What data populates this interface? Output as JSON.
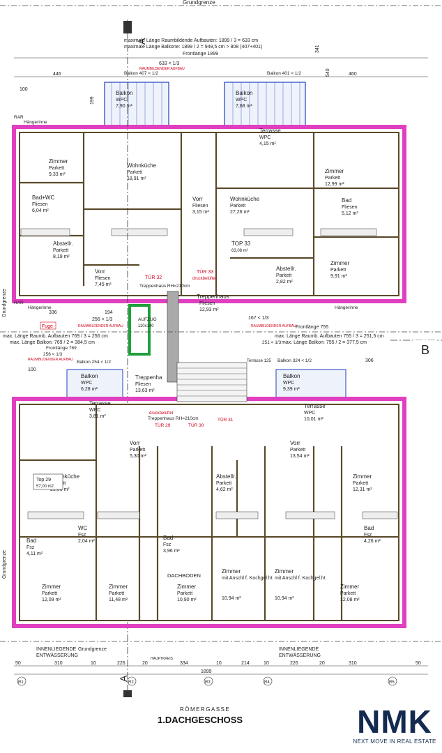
{
  "header": {
    "top_label": "Grundgrenze",
    "max_len_1": "maximale Länge Raumbildende Aufbauten: 1899 / 3 = 633 cm",
    "max_len_2": "maximale Länge Balkone: 1899 / 2 = 949,5 cm > 808 (407+401)",
    "frontlaenge": "Frontlänge 1899",
    "dim_633": "633 < 1/3",
    "dim_446": "446",
    "dim_460": "460",
    "raumbildender": "RAUMBILDENDER AUFBAU",
    "balkon_407": "Balkon 407 < 1/2",
    "balkon_401": "Balkon 401 < 1/2",
    "dim_100": "100",
    "dim_341": "341",
    "dim_540": "540",
    "dim_199": "199",
    "rar": "RAR",
    "haengerinne": "Hängerinne"
  },
  "upper_rooms": [
    {
      "name": "Balkon",
      "sub": "WPC",
      "area": "7,90 m²"
    },
    {
      "name": "Balkon",
      "sub": "WPC",
      "area": "7,68 m²"
    },
    {
      "name": "Terrasse",
      "sub": "WPC",
      "area": "4,15 m²"
    },
    {
      "name": "Zimmer",
      "sub": "Parkett",
      "area": "9,33 m²"
    },
    {
      "name": "Wohnküche",
      "sub": "Parkett",
      "area": "18,91 m²"
    },
    {
      "name": "Bad+WC",
      "sub": "Fliesen",
      "area": "6,04 m²"
    },
    {
      "name": "Abstellr.",
      "sub": "Parkett",
      "area": "8,19 m²"
    },
    {
      "name": "Vorr",
      "sub": "Fliesen",
      "area": "7,45 m²"
    },
    {
      "name": "Vorr",
      "sub": "Fliesen",
      "area": "3,15 m²"
    },
    {
      "name": "Wohnküche",
      "sub": "Parkett",
      "area": "27,26 m²"
    },
    {
      "name": "Zimmer",
      "sub": "Parkett",
      "area": "12,99 m²"
    },
    {
      "name": "Bad",
      "sub": "Fliesen",
      "area": "5,12 m²"
    },
    {
      "name": "Zimmer",
      "sub": "Parkett",
      "area": "9,91 m²"
    },
    {
      "name": "Abstellr.",
      "sub": "Parkett",
      "area": "2,82 m²"
    },
    {
      "name": "Treppenhaus",
      "sub": "Fliesen",
      "area": "12,93 m²"
    }
  ],
  "top33": {
    "name": "TOP 33",
    "area": "63,08 m²"
  },
  "doors": {
    "t32": "TÜR 32",
    "t33": "TÜR 33",
    "druck": "druckbelüftet",
    "treppenhaus_rh": "Treppenhaus RH=210cm",
    "t29": "TÜR 29",
    "t30": "TÜR 30",
    "t31": "TÜR 31"
  },
  "middle": {
    "grundgrenze_left": "Grundgrenze",
    "fuge": "Fuge",
    "raumbildender": "RAUMBILDENDER AUFBAU",
    "aufzug": "AUFZUG",
    "aufzug_size": "110x140",
    "dim_336": "336",
    "dim_194": "194",
    "dim_167": "167 < 1/3",
    "dim_256": "256 < 1/3",
    "frontlaenge_755": "Frontlänge 755",
    "max_left_1": "max. Länge Raumb. Aufbauten 769 / 3 = 256 cm",
    "max_left_2": "max. Länge Balkon: 769 / 2 = 384,5 cm",
    "front_769": "Frontlänge 769",
    "max_right_1": "max. Länge Raumb. Aufbauten 755 / 3 = 251,5 cm",
    "max_right_2": "max. Länge Balkon: 755 / 2 = 377,5 cm",
    "dim_251": "251 < 1/3",
    "dim_256b": "256 < 1/3",
    "balkon_254": "Balkon 254 < 1/2",
    "balkon_324": "Balkon 324 < 1/2",
    "terrasse_125": "Terrasse 125",
    "dim_306": "306",
    "dim_100b": "100",
    "marker_b": "B"
  },
  "lower_rooms": [
    {
      "name": "Balkon",
      "sub": "WPC",
      "area": "6,28 m²"
    },
    {
      "name": "Terrasse",
      "sub": "WPC",
      "area": "3,81 m²"
    },
    {
      "name": "Treppenha",
      "sub": "Fliesen",
      "area": "13,63 m²"
    },
    {
      "name": "Balkon",
      "sub": "WPC",
      "area": "9,39 m²"
    },
    {
      "name": "Terrasse",
      "sub": "WPC",
      "area": "10,01 m²"
    },
    {
      "name": "Wohnküche",
      "sub": "Parkett",
      "area": "21,06 m²"
    },
    {
      "name": "Vorr",
      "sub": "Parkett",
      "area": "5,30 m²"
    },
    {
      "name": "Vorr",
      "sub": "Parkett",
      "area": "13,54 m²"
    },
    {
      "name": "Zimmer",
      "sub": "Parkett",
      "area": "12,31 m²"
    },
    {
      "name": "Abstellr.",
      "sub": "Parkett",
      "area": "4,62 m²"
    },
    {
      "name": "Bad",
      "sub": "Fsz",
      "area": "4,11 m²"
    },
    {
      "name": "WC",
      "sub": "Fsz",
      "area": "2,04 m²"
    },
    {
      "name": "Bad",
      "sub": "Fsz",
      "area": "3,96 m²"
    },
    {
      "name": "Bad",
      "sub": "Fsz",
      "area": "4,26 m²"
    },
    {
      "name": "Zimmer",
      "sub": "Parkett",
      "area": "12,09 m²"
    },
    {
      "name": "Zimmer",
      "sub": "Parkett",
      "area": "11,48 m²"
    },
    {
      "name": "Zimmer",
      "sub": "Parkett",
      "area": "10,90 m²"
    },
    {
      "name": "Zimmer",
      "sub": "mit Anschl f. Kochgel.ht",
      "area": "10,94 m²"
    },
    {
      "name": "Zimmer",
      "sub": "mit Anschl f. Kochgel.ht",
      "area": "10,94 m²"
    },
    {
      "name": "Zimmer",
      "sub": "Parkett",
      "area": "12,08 m²"
    }
  ],
  "top29": {
    "name": "Top 29",
    "area": "57,00 m2"
  },
  "dachboden": "DACHBODEN",
  "bottom": {
    "innenliegende": "INNENLIEGENDE",
    "entwaesserung": "ENTWÄSSERUNG",
    "grundgrenze": "Grundgrenze",
    "hauptkreis": "HAUPTKREIS",
    "dims": [
      "50",
      "310",
      "10",
      "226",
      "20",
      "334",
      "10",
      "214",
      "10",
      "226",
      "20",
      "310",
      "50"
    ],
    "total": "1899",
    "axes": [
      "R1",
      "R2",
      "R3",
      "R4",
      "R5"
    ],
    "section_a": "A"
  },
  "footer": {
    "street": "RÖMERGASSE",
    "floor": "1.DACHGESCHOSS"
  },
  "brand": {
    "logo": "NMK",
    "tagline": "NEXT MOVE IN REAL ESTATE"
  }
}
